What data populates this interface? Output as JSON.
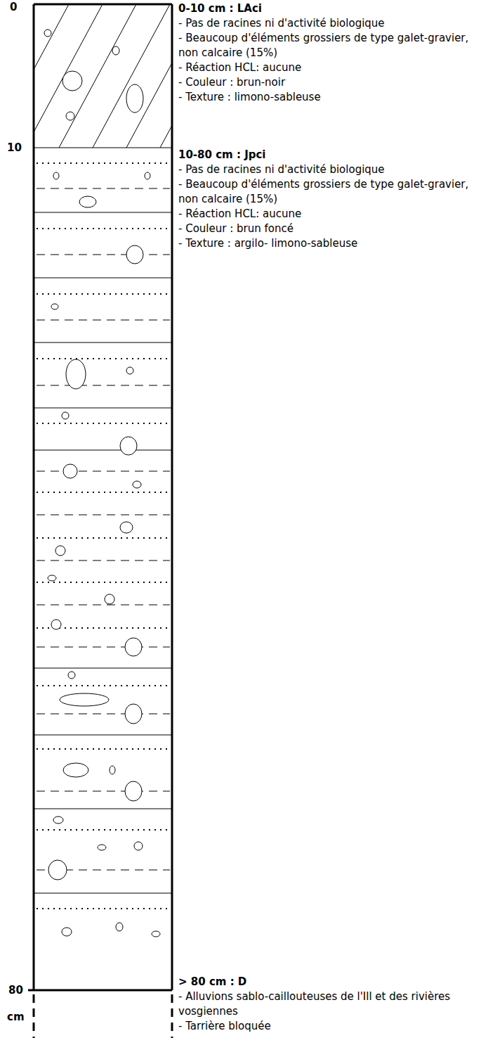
{
  "diagram": {
    "labels": [
      "0",
      "10",
      "80",
      "cm",
      "0-10 cm : LAci",
      "- Pas de racines ni d'activité biologique",
      "- Beaucoup d'éléments grossiers de type galet-gravier, non calcaire (15%)",
      "- Réaction HCL: aucune",
      "- Couleur : brun-noir",
      "- Texture : limono-sableuse",
      "10-80 cm : Jpci",
      "- Pas de racines ni d'activité biologique",
      "- Beaucoup d'éléments grossiers de type galet-gravier, non calcaire (15%)",
      "- Réaction HCL: aucune",
      "- Couleur : brun foncé",
      "- Texture : argilo- limono-sableuse",
      "> 80 cm : D",
      "- Alluvions sablo-caillouteuses de l'Ill et des rivières vosgiennes",
      "- Tarrière bloquée"
    ]
  }
}
